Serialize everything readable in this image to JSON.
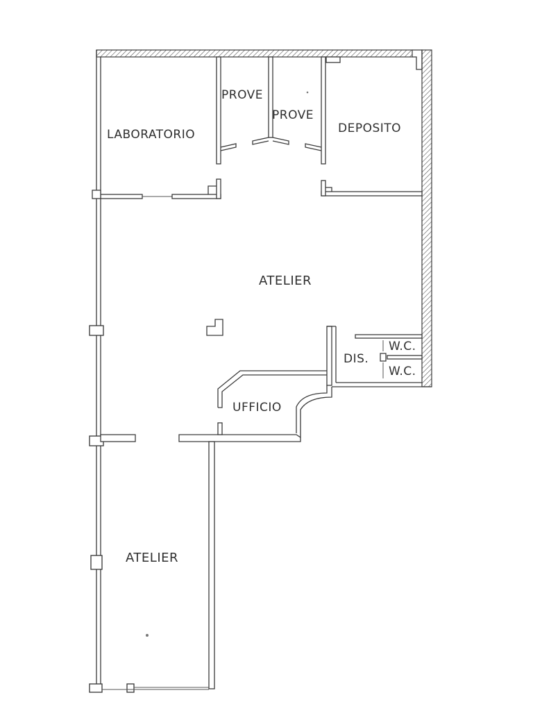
{
  "rooms": {
    "laboratorio": "LABORATORIO",
    "prove_1": "PROVE",
    "prove_2": "PROVE",
    "deposito": "DEPOSITO",
    "atelier_main": "ATELIER",
    "dis": "DIS.",
    "wc_1": "W.C.",
    "wc_2": "W.C.",
    "ufficio": "UFFICIO",
    "atelier_lower": "ATELIER"
  },
  "colors": {
    "wall": "#3a3a3a",
    "background": "#ffffff"
  }
}
